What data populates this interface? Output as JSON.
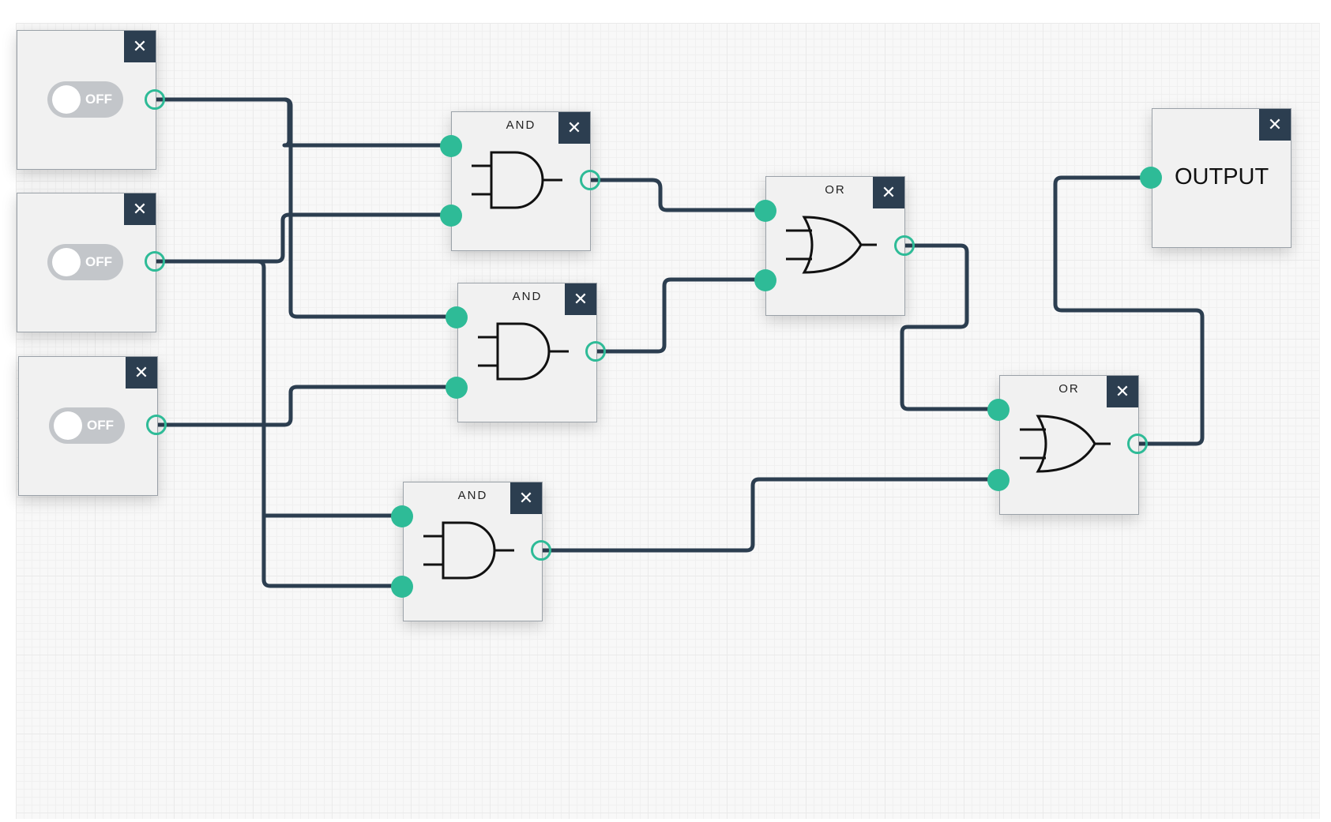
{
  "colors": {
    "wire": "#2c3e50",
    "port": "#2ebb97",
    "close_button": "#2c3e50",
    "node_background": "#f1f1f1",
    "toggle_off": "#c3c6ca"
  },
  "nodes": {
    "switch1": {
      "type": "switch",
      "state": "OFF",
      "close": "✕"
    },
    "switch2": {
      "type": "switch",
      "state": "OFF",
      "close": "✕"
    },
    "switch3": {
      "type": "switch",
      "state": "OFF",
      "close": "✕"
    },
    "and1": {
      "type": "gate",
      "label": "AND",
      "close": "✕"
    },
    "and2": {
      "type": "gate",
      "label": "AND",
      "close": "✕"
    },
    "and3": {
      "type": "gate",
      "label": "AND",
      "close": "✕"
    },
    "or1": {
      "type": "gate",
      "label": "OR",
      "close": "✕"
    },
    "or2": {
      "type": "gate",
      "label": "OR",
      "close": "✕"
    },
    "output": {
      "type": "output",
      "label": "OUTPUT",
      "close": "✕"
    }
  },
  "connections": [
    {
      "from": "switch1",
      "to": "and1",
      "input": 1
    },
    {
      "from": "switch1",
      "to": "and2",
      "input": 1
    },
    {
      "from": "switch2",
      "to": "and1",
      "input": 2
    },
    {
      "from": "switch2",
      "to": "and3",
      "input": 2
    },
    {
      "from": "switch3",
      "to": "and2",
      "input": 2
    },
    {
      "from": "switch3",
      "to": "and3",
      "input": 1
    },
    {
      "from": "and1",
      "to": "or1",
      "input": 1
    },
    {
      "from": "and2",
      "to": "or1",
      "input": 2
    },
    {
      "from": "or1",
      "to": "or2",
      "input": 1
    },
    {
      "from": "and3",
      "to": "or2",
      "input": 2
    },
    {
      "from": "or2",
      "to": "output",
      "input": 1
    }
  ]
}
